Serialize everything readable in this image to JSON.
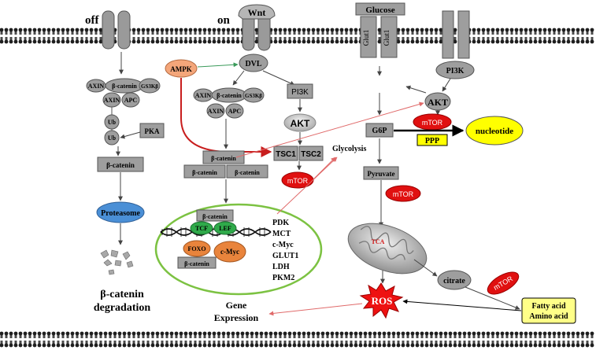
{
  "off_pathway": {
    "state_label": "off",
    "destruction_complex": [
      "AXIN",
      "β-catenin",
      "GS3Kβ",
      "AXIN",
      "APC"
    ],
    "ubiquitin": [
      "Ub",
      "Ub"
    ],
    "kinase": "PKA",
    "beta_catenin": "β-catenin",
    "proteasome": "Proteasome",
    "degradation_line1": "β-catenin",
    "degradation_line2": "degradation"
  },
  "on_pathway": {
    "state_label": "on",
    "ligand": "Wnt",
    "dvl": "DVL",
    "ampk": "AMPK",
    "complex": [
      "AXIN",
      "β-catenin",
      "GS3Kβ",
      "AXIN",
      "APC"
    ],
    "pi3k": "PI3K",
    "akt": "AKT",
    "tsc1": "TSC1",
    "tsc2": "TSC2",
    "mtor": "mTOR",
    "glycolysis": "Glycolysis",
    "beta_catenin_stack": [
      "β-catenin",
      "β-catenin",
      "β-catenin"
    ]
  },
  "nucleus": {
    "beta_catenin_top": "β-catenin",
    "tcf": "TCF",
    "lef": "LEF",
    "foxo": "FOXO",
    "cmyc": "c-Myc",
    "beta_catenin_bottom": "β-catenin",
    "target_genes": [
      "PDK",
      "MCT",
      "c-Myc",
      "GLUT1",
      "LDH",
      "PKM2"
    ],
    "gene_expression_line1": "Gene",
    "gene_expression_line2": "Expression"
  },
  "metabolism": {
    "glucose": "Glucose",
    "glut1_left": "Glut1",
    "glut1_right": "Glut1",
    "pi3k": "PI3K",
    "akt": "AKT",
    "g6p": "G6P",
    "mtor_g6p": "mTOR",
    "ppp": "PPP",
    "nucleotide": "nucleotide",
    "pyruvate": "Pyruvate",
    "mtor_pyruvate": "mTOR",
    "tca": "TCA",
    "citrate": "citrate",
    "mtor_citrate": "mTOR",
    "ros": "ROS",
    "fatty_acid": "Fatty acid",
    "amino_acid": "Amino acid"
  },
  "colors": {
    "protein_grey": "#9e9e9e",
    "mtor_red": "#e01010",
    "ampk_orange": "#f4a67a",
    "proteasome_blue": "#4a8fd6",
    "tcf_green": "#2faa4a",
    "cmyc_orange": "#e9843c",
    "yellow": "#ffff00",
    "nucleus_outline": "#7cc242"
  }
}
